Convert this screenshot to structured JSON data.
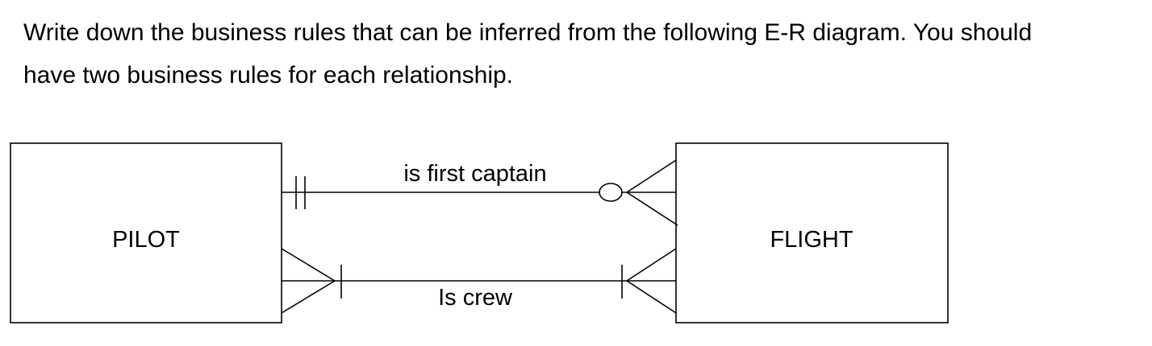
{
  "question": {
    "line1": "Write down the business rules that can be inferred from the following E-R diagram. You should",
    "line2": "have two business rules for each relationship."
  },
  "diagram": {
    "entities": {
      "pilot": "PILOT",
      "flight": "FLIGHT"
    },
    "relationships": {
      "first_captain": {
        "label": "is first captain",
        "pilot_end": "mandatory-one",
        "flight_end": "optional-many"
      },
      "crew": {
        "label": "Is crew",
        "pilot_end": "mandatory-many",
        "flight_end": "mandatory-many"
      }
    },
    "line_color": "#000000"
  }
}
